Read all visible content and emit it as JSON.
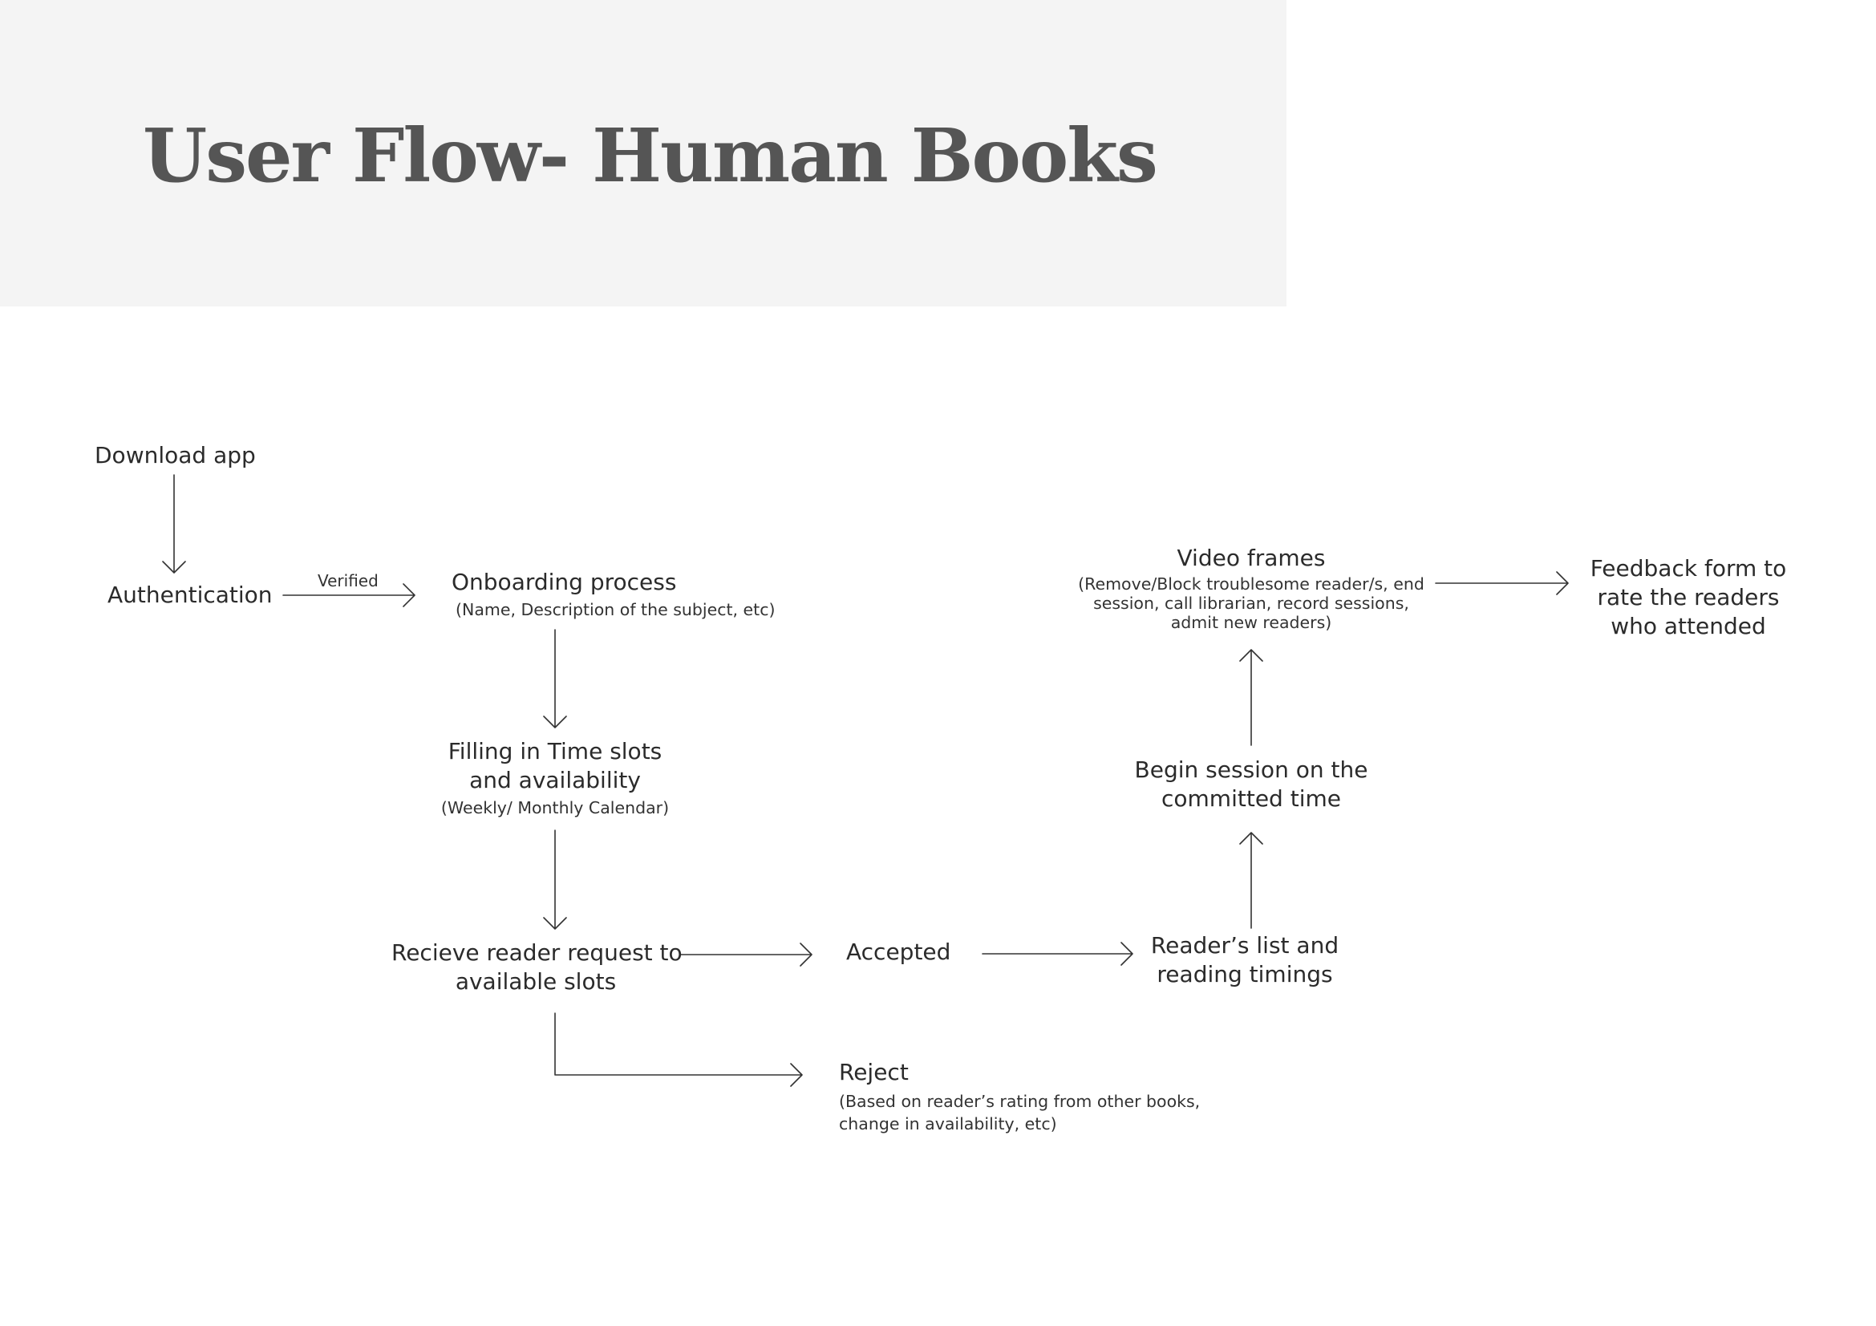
{
  "title": "User Flow- Human Books",
  "nodes": {
    "download_app": {
      "title": "Download app"
    },
    "authentication": {
      "title": "Authentication"
    },
    "onboarding": {
      "title": "Onboarding process",
      "sub": "(Name, Description of the subject, etc)"
    },
    "time_slots": {
      "title_line1": "Filling in Time slots",
      "title_line2": "and availability",
      "sub": "(Weekly/ Monthly Calendar)"
    },
    "receive_request": {
      "title_line1": "Recieve reader request to",
      "title_line2": "available slots"
    },
    "accepted": {
      "title": "Accepted"
    },
    "reject": {
      "title": "Reject",
      "sub_line1": "(Based on reader’s rating from other books,",
      "sub_line2": "change in availability, etc)"
    },
    "readers_list": {
      "title_line1": "Reader’s list and",
      "title_line2": "reading timings"
    },
    "begin_session": {
      "title_line1": "Begin session on the",
      "title_line2": "committed time"
    },
    "video_frames": {
      "title": "Video frames",
      "sub_line1": "(Remove/Block troublesome reader/s, end",
      "sub_line2": "session, call librarian, record sessions,",
      "sub_line3": "admit new readers)"
    },
    "feedback_form": {
      "title_line1": "Feedback form to",
      "title_line2": "rate the readers",
      "title_line3": "who attended"
    }
  },
  "edges": {
    "verified_label": "Verified"
  }
}
